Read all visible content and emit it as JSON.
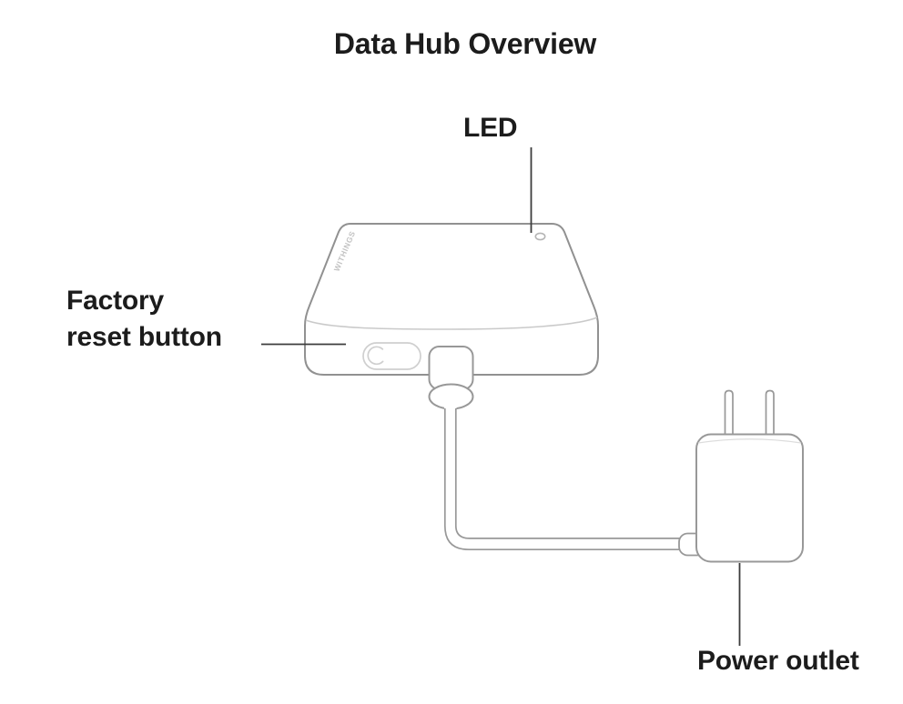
{
  "title": "Data Hub Overview",
  "labels": {
    "led": "LED",
    "factory_reset_line1": "Factory",
    "factory_reset_line2": "reset button",
    "power_outlet": "Power outlet"
  },
  "device": {
    "brand_label": "WITHINGS"
  },
  "colors": {
    "background": "#ffffff",
    "line_art": "#919191",
    "light_detail": "#cacaca",
    "led_ring": "#b5b5b5",
    "leader_line": "#3c3c3c",
    "label_text": "#1c1c1c"
  }
}
